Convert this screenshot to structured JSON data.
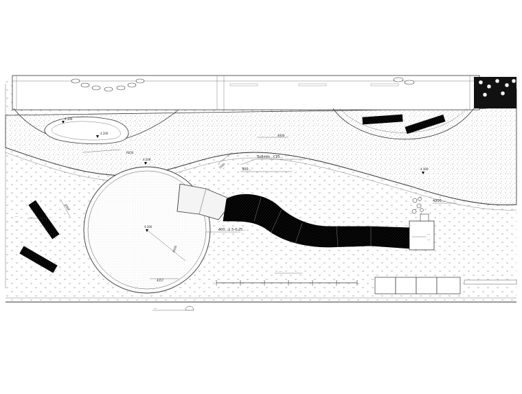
{
  "plan": {
    "elevations": {
      "top_left": "4.300",
      "pond": "4.200",
      "circle_top": "4.200",
      "circle_center": "4.200",
      "right_band": "4.300"
    },
    "annotations": {
      "leader_a": "3x8mm...C25...",
      "leader_b": "300...",
      "circle_note": "400...1.5-0.25...",
      "plant_note": "4300...",
      "bench_note_1": "...",
      "bench_note_2": "...",
      "slide_note_1": "...",
      "slide_note_2": "...",
      "fence_note": "..."
    },
    "dimensions": {
      "d1": "4000",
      "d2": "R650",
      "d3": "8500",
      "d4": "4257",
      "d5": "2000",
      "d6": "1500"
    },
    "footer_label": "..."
  }
}
